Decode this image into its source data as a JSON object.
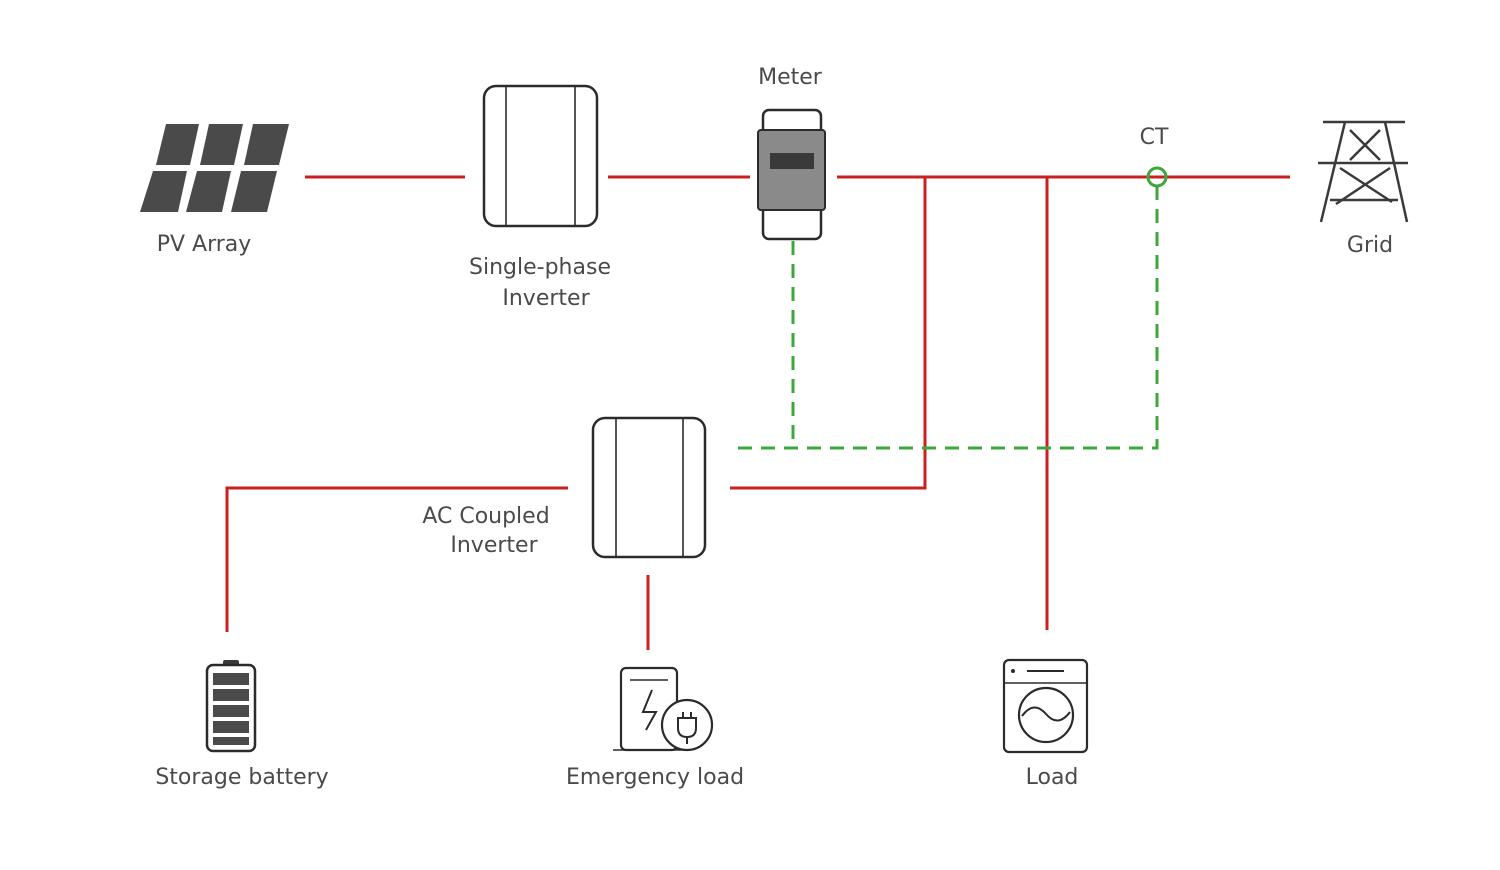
{
  "diagram": {
    "labels": {
      "pv_array": "PV Array",
      "single_phase_inverter_1": "Single-phase",
      "single_phase_inverter_2": "Inverter",
      "meter": "Meter",
      "ct": "CT",
      "grid": "Grid",
      "ac_coupled_inverter_1": "AC Coupled",
      "ac_coupled_inverter_2": "Inverter",
      "storage_battery": "Storage battery",
      "emergency_load": "Emergency load",
      "load": "Load"
    },
    "colors": {
      "power_line": "#cc1f1f",
      "comm_line": "#3aa83a",
      "device_stroke": "#2b2b2b",
      "label_text": "#4a4a4a",
      "icon_fill": "#4a4a4a"
    },
    "icons": [
      "solar-panel-icon",
      "inverter-icon",
      "meter-icon",
      "ct-icon",
      "transmission-tower-icon",
      "battery-icon",
      "emergency-load-icon",
      "washing-machine-icon"
    ]
  }
}
